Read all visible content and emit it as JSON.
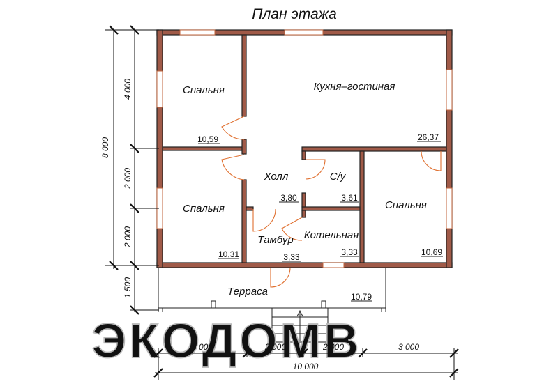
{
  "title": "План этажа",
  "watermark": "ЭКОДОМВ",
  "rooms": [
    {
      "name": "Спальня",
      "area": "10,59"
    },
    {
      "name": "Кухня–гостиная",
      "area": "26,37"
    },
    {
      "name": "Холл",
      "area": "3,80"
    },
    {
      "name": "С/у",
      "area": "3,61"
    },
    {
      "name": "Спальня",
      "area": "10,31"
    },
    {
      "name": "Спальня",
      "area": "10,69"
    },
    {
      "name": "Тамбур",
      "area": "3,33"
    },
    {
      "name": "Котельная",
      "area": "3,33"
    },
    {
      "name": "Терраса",
      "area": "10,79"
    }
  ],
  "dimensions": {
    "total_height": "8 000",
    "vertical": [
      "4 000",
      "2 000",
      "2 000",
      "1 500"
    ],
    "horizontal": [
      "3 000",
      "2 000",
      "2 000",
      "3 000"
    ],
    "total_width": "10 000"
  },
  "colors": {
    "wall": "#a05a48",
    "door": "#e07030"
  }
}
